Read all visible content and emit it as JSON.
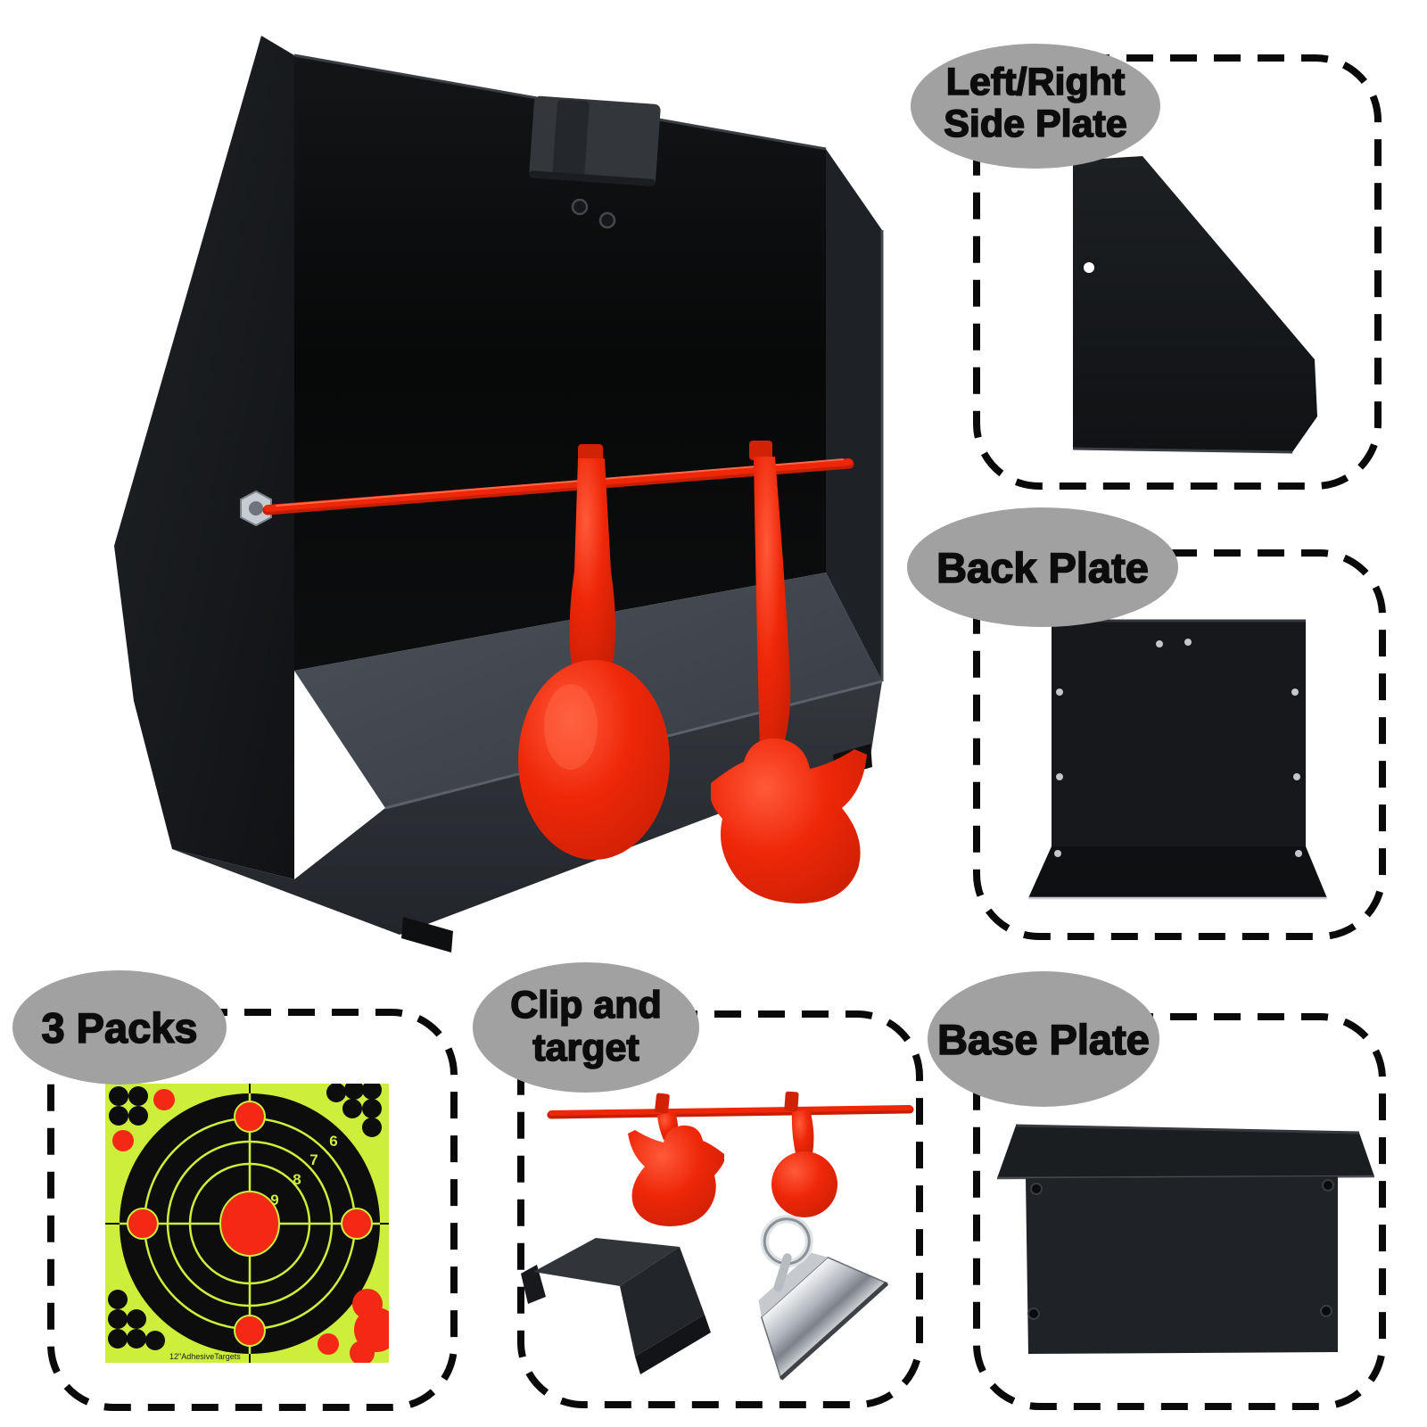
{
  "callouts": {
    "side_plate": {
      "line1": "Left/Right",
      "line2": "Side Plate"
    },
    "back_plate": {
      "label": "Back Plate"
    },
    "packs": {
      "label": "3 Packs"
    },
    "clip_target": {
      "line1": "Clip and",
      "line2": "target"
    },
    "base_plate": {
      "label": "Base Plate"
    }
  },
  "target_sticker": {
    "ring_numbers": [
      "6",
      "7",
      "8",
      "9"
    ],
    "footer": "12\"AdhesiveTargets"
  },
  "colors": {
    "accent_red": "#ee2708",
    "label_bubble_gray": "#a1a1a1",
    "dash_black": "#0a0a0a",
    "sticker_green": "#cdef3b",
    "plate_black": "#17191c"
  }
}
